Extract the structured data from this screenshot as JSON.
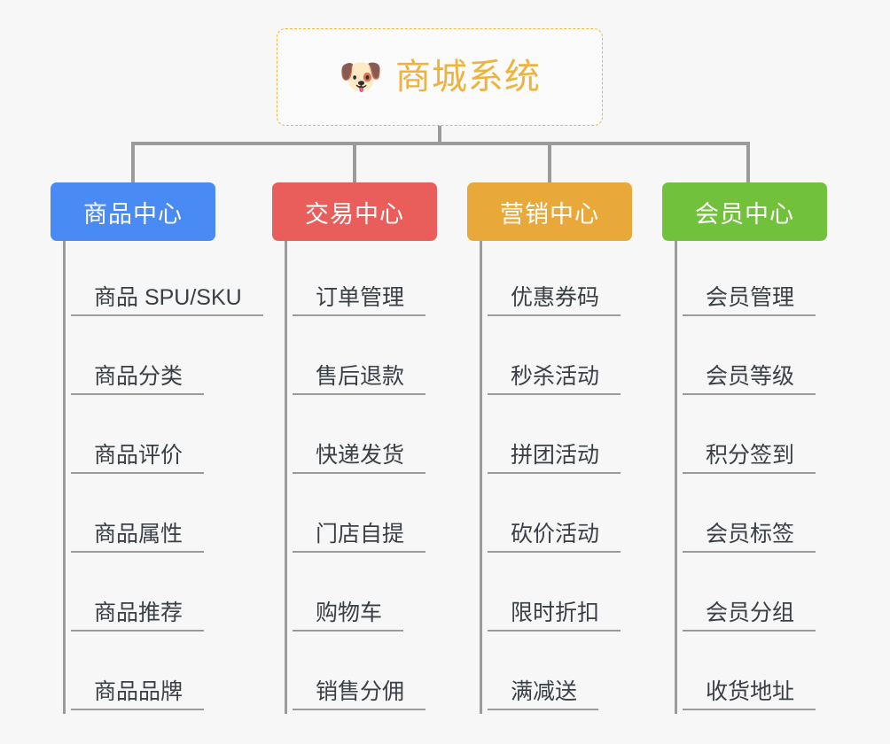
{
  "root": {
    "icon": "shiba-dog-emoji",
    "emoji": "🐶",
    "title": "商城系统",
    "accent_color": "#edb33f",
    "border_style": "dashed"
  },
  "background_color": "#f7f7f7",
  "connector_color": "#9b9b9b",
  "categories": [
    {
      "label": "商品中心",
      "color": "#4a8af4",
      "items": [
        "商品 SPU/SKU",
        "商品分类",
        "商品评价",
        "商品属性",
        "商品推荐",
        "商品品牌"
      ]
    },
    {
      "label": "交易中心",
      "color": "#e95e5a",
      "items": [
        "订单管理",
        "售后退款",
        "快递发货",
        "门店自提",
        "购物车",
        "销售分佣"
      ]
    },
    {
      "label": "营销中心",
      "color": "#e8a93a",
      "items": [
        "优惠券码",
        "秒杀活动",
        "拼团活动",
        "砍价活动",
        "限时折扣",
        "满减送"
      ]
    },
    {
      "label": "会员中心",
      "color": "#71c13c",
      "items": [
        "会员管理",
        "会员等级",
        "积分签到",
        "会员标签",
        "会员分组",
        "收货地址"
      ]
    }
  ]
}
